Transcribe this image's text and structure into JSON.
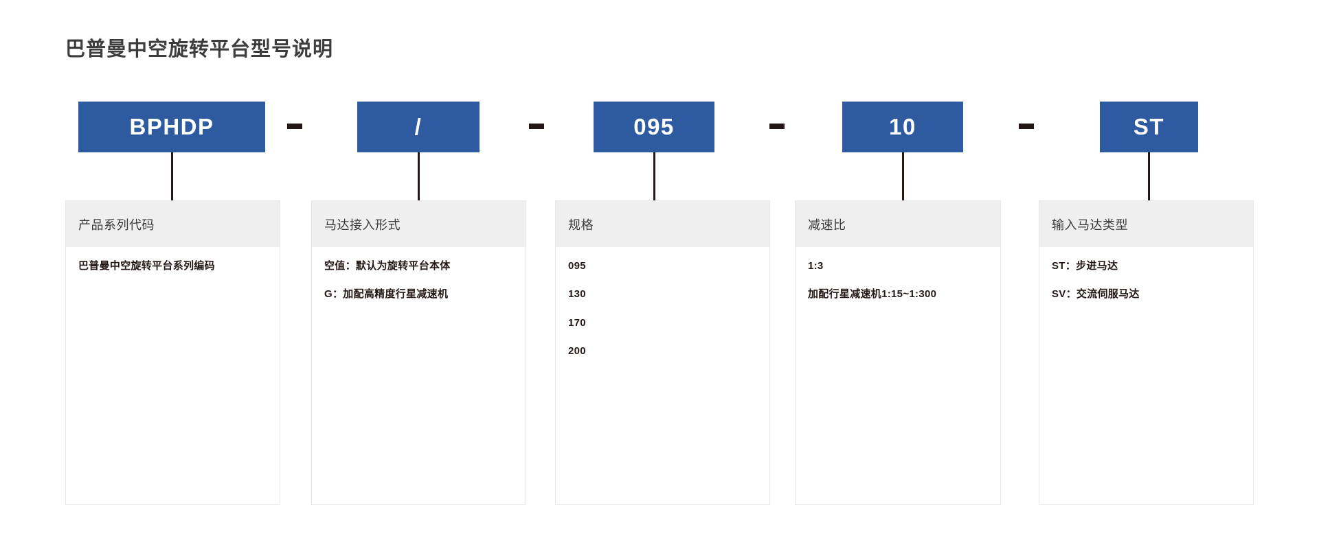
{
  "title": "巴普曼中空旋转平台型号说明",
  "accent_color": "#2E5AA0",
  "header_bg_color": "#EFEFEF",
  "text_color": "#231815",
  "code_row": {
    "badges": [
      {
        "label": "BPHDP"
      },
      {
        "label": "/"
      },
      {
        "label": "095"
      },
      {
        "label": "10"
      },
      {
        "label": "ST"
      }
    ],
    "separators": [
      "-",
      "-",
      "-",
      "-"
    ]
  },
  "columns": [
    {
      "header": "产品系列代码",
      "items": [
        "巴普曼中空旋转平台系列编码"
      ]
    },
    {
      "header": "马达接入形式",
      "items": [
        "空值：默认为旋转平台本体",
        "G：加配高精度行星减速机"
      ]
    },
    {
      "header": "规格",
      "items": [
        "095",
        "130",
        "170",
        "200"
      ]
    },
    {
      "header": "减速比",
      "items": [
        "1:3",
        "加配行星减速机1:15~1:300"
      ]
    },
    {
      "header": "输入马达类型",
      "items": [
        "ST：步进马达",
        "SV：交流伺服马达"
      ]
    }
  ]
}
